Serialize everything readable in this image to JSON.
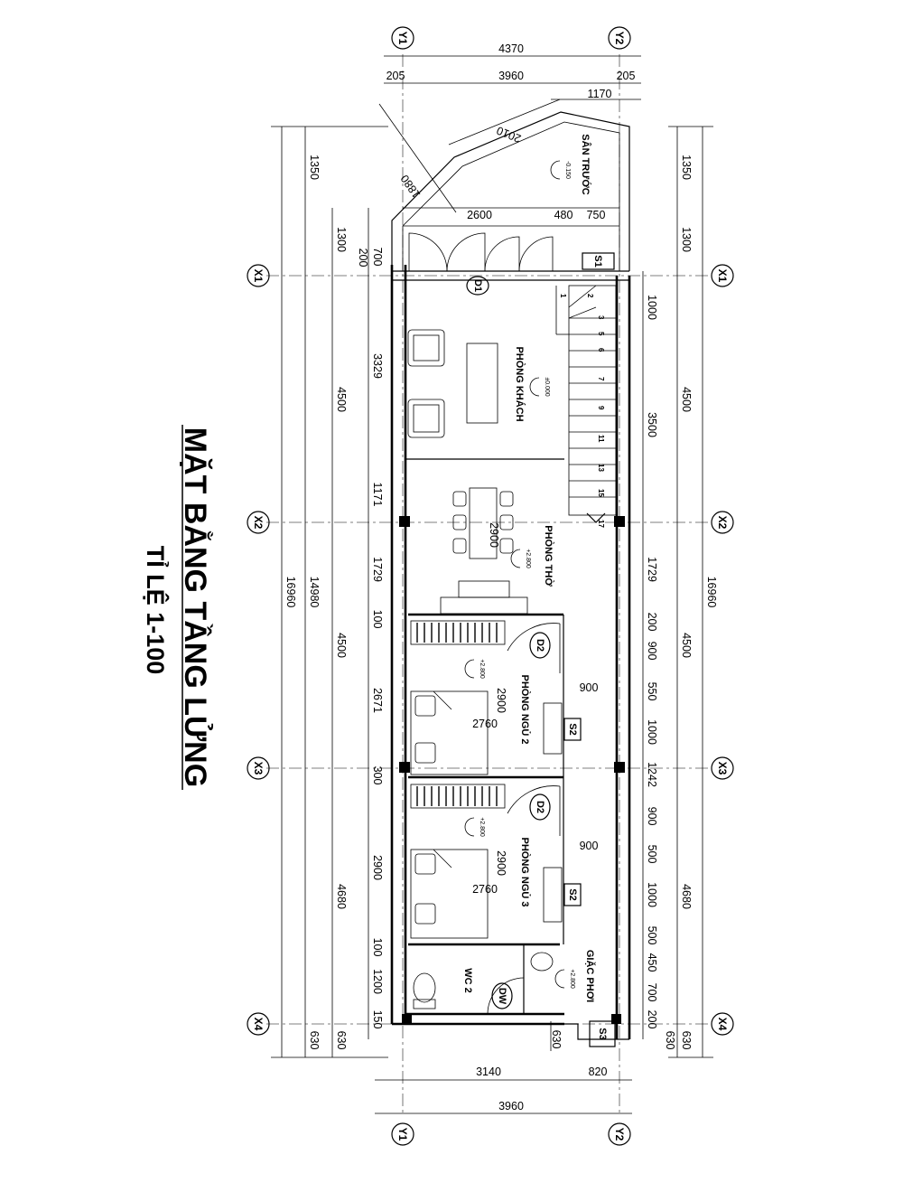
{
  "title": {
    "main": "MẶT BẰNG TẦNG LỬNG",
    "scale": "TỈ LỆ 1-100"
  },
  "axes": {
    "x": [
      "X1",
      "X2",
      "X3",
      "X4"
    ],
    "y": [
      "Y1",
      "Y2"
    ]
  },
  "rooms": {
    "living": "PHÒNG KHÁCH",
    "worship": "PHÒNG THỜ",
    "bed2": "PHÒNG NGỦ 2",
    "bed3": "PHÒNG NGỦ 3",
    "wc": "WC 2",
    "drying": "GIẶC PHƠI",
    "front_yard": "SÂN TRƯỚC"
  },
  "levels": {
    "front_yard": "-0.150",
    "living": "±0.000",
    "worship": "+2.800",
    "bed2": "+2.800",
    "bed3": "+2.800",
    "drying": "+2.800"
  },
  "tags": {
    "d1": "D1",
    "d2a": "D2",
    "d2b": "D2",
    "dw": "DW",
    "s1": "S1",
    "s2a": "S2",
    "s2b": "S2",
    "s3": "S3"
  },
  "stairs": [
    "1",
    "2",
    "3",
    "5",
    "6",
    "7",
    "9",
    "11",
    "13",
    "15",
    "17"
  ],
  "dims": {
    "top": [
      "4370",
      "205",
      "3960",
      "205",
      "1170",
      "2010",
      "1880",
      "2600",
      "480",
      "750"
    ],
    "bottom": [
      "3140",
      "820",
      "3960",
      "630"
    ],
    "inner_widths": [
      "2900",
      "2900",
      "2760",
      "2900",
      "2760",
      "900",
      "900"
    ],
    "left_overall": [
      "16960",
      "14980"
    ],
    "left_main": [
      "1350",
      "4500",
      "4500",
      "4680",
      "630"
    ],
    "left_detail": [
      "1300",
      "700",
      "3329",
      "1171",
      "1729",
      "100",
      "2671",
      "300",
      "2900",
      "100",
      "1200",
      "150",
      "630",
      "200"
    ],
    "right_overall": "16960",
    "right_main": [
      "1350",
      "1300",
      "4500",
      "4500",
      "4680",
      "630"
    ],
    "right_detail": [
      "1000",
      "3500",
      "1729",
      "200",
      "900",
      "550",
      "1000",
      "1242",
      "900",
      "500",
      "1000",
      "500",
      "450",
      "700",
      "200",
      "630"
    ]
  }
}
